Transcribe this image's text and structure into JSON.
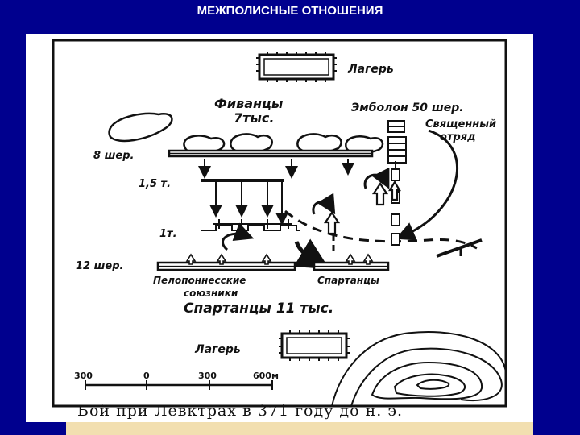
{
  "slide": {
    "title": "МЕЖПОЛИСНЫЕ ОТНОШЕНИЯ",
    "background_color": "#00008e",
    "strip_color": "#f2dfb0"
  },
  "map": {
    "camp_top_label": "Лагерь",
    "thebans_line1": "Фиванцы",
    "thebans_line2": "7тыс.",
    "embolon_label": "Эмболон 50 шер.",
    "sacred_band_line1": "Священный",
    "sacred_band_line2": "отряд",
    "depth_8": "8 шер.",
    "distance_1_5": "1,5 т.",
    "distance_1": "1т.",
    "depth_12": "12 шер.",
    "peloponnesians_line1": "Пелопоннесские",
    "peloponnesians_line2": "союзники",
    "spartans_unit": "Спартанцы",
    "spartans_total": "Спартанцы 11 тыс.",
    "camp_bottom_label": "Лагерь",
    "scale": {
      "ticks": [
        "300",
        "0",
        "300",
        "600м"
      ]
    },
    "caption": "Бой при Левктрах в 371 году до н. э."
  }
}
